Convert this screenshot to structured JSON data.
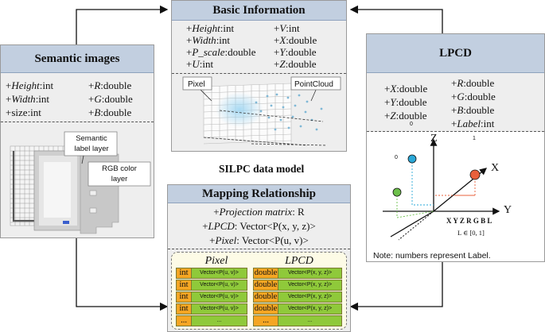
{
  "basic": {
    "title": "Basic Information",
    "left": [
      {
        "name": "Height",
        "type": ":int"
      },
      {
        "name": "Width",
        "type": ":int"
      },
      {
        "name": "P_scale",
        "type": ":double"
      },
      {
        "name": "U",
        "type": ":int"
      }
    ],
    "right": [
      {
        "name": "V",
        "type": ":int"
      },
      {
        "name": "X",
        "type": ":double"
      },
      {
        "name": "Y",
        "type": ":double"
      },
      {
        "name": "Z",
        "type": ":double"
      }
    ],
    "pixel_callout": "Pixel",
    "pointcloud_callout": "PointCloud"
  },
  "semantic": {
    "title": "Semantic images",
    "left": [
      {
        "name": "Height",
        "type": ":int",
        "italic": true
      },
      {
        "name": "Width",
        "type": ":int",
        "italic": true
      },
      {
        "name": "size",
        "type": ":int",
        "italic": false
      }
    ],
    "right": [
      {
        "name": "R",
        "type": ":double"
      },
      {
        "name": "G",
        "type": ":double"
      },
      {
        "name": "B",
        "type": ":double"
      }
    ],
    "label_layer": "Semantic\nlabel layer",
    "rgb_layer": "RGB color\nlayer"
  },
  "lpcd": {
    "title": "LPCD",
    "left": [
      {
        "name": "X",
        "type": ":double"
      },
      {
        "name": "Y",
        "type": ":double"
      },
      {
        "name": "Z",
        "type": ":double"
      }
    ],
    "right": [
      {
        "name": "R",
        "type": ":double"
      },
      {
        "name": "G",
        "type": ":double"
      },
      {
        "name": "B",
        "type": ":double"
      },
      {
        "name": "Label",
        "type": ":int"
      }
    ],
    "axis_z": "Z",
    "axis_x": "X",
    "axis_y": "Y",
    "coords_label": "X Y Z R G B L",
    "range_label": "L ∈ [0, 1]",
    "points": [
      {
        "label": "1",
        "color": "#e8603c"
      },
      {
        "label": "0",
        "color": "#2aa8d8"
      },
      {
        "label": "0",
        "color": "#6cc04a"
      }
    ],
    "note": "Note: numbers represent Label."
  },
  "model_label": "SILPC data model",
  "mapping": {
    "title": "Mapping Relationship",
    "lines": [
      {
        "name": "Projection matrix",
        "rest": ": R"
      },
      {
        "name": "LPCD",
        "rest": ": Vector<P(x, y, z)>"
      },
      {
        "name": "Pixel",
        "rest": ": Vector<P(u, v)>"
      }
    ],
    "pixel_table": {
      "title": "Pixel",
      "rows": [
        [
          "int",
          "Vector<P(u, v)>"
        ],
        [
          "int",
          "Vector<P(u, v)>"
        ],
        [
          "int",
          "Vector<P(u, v)>"
        ],
        [
          "int",
          "Vector<P(u, v)>"
        ],
        [
          "...",
          "..."
        ]
      ]
    },
    "lpcd_table": {
      "title": "LPCD",
      "rows": [
        [
          "double",
          "Vector<P(x, y, z)>"
        ],
        [
          "double",
          "Vector<P(x, y, z)>"
        ],
        [
          "double",
          "Vector<P(x, y, z)>"
        ],
        [
          "double",
          "Vector<P(x, y, z)>"
        ],
        [
          "...",
          "..."
        ]
      ]
    }
  },
  "colors": {
    "header_fill": "#c2cfe0",
    "panel_fill": "#eeeeee",
    "cell_orange": "#f5a623",
    "cell_green": "#8fc93a",
    "table_bg": "#fdfbe6"
  }
}
